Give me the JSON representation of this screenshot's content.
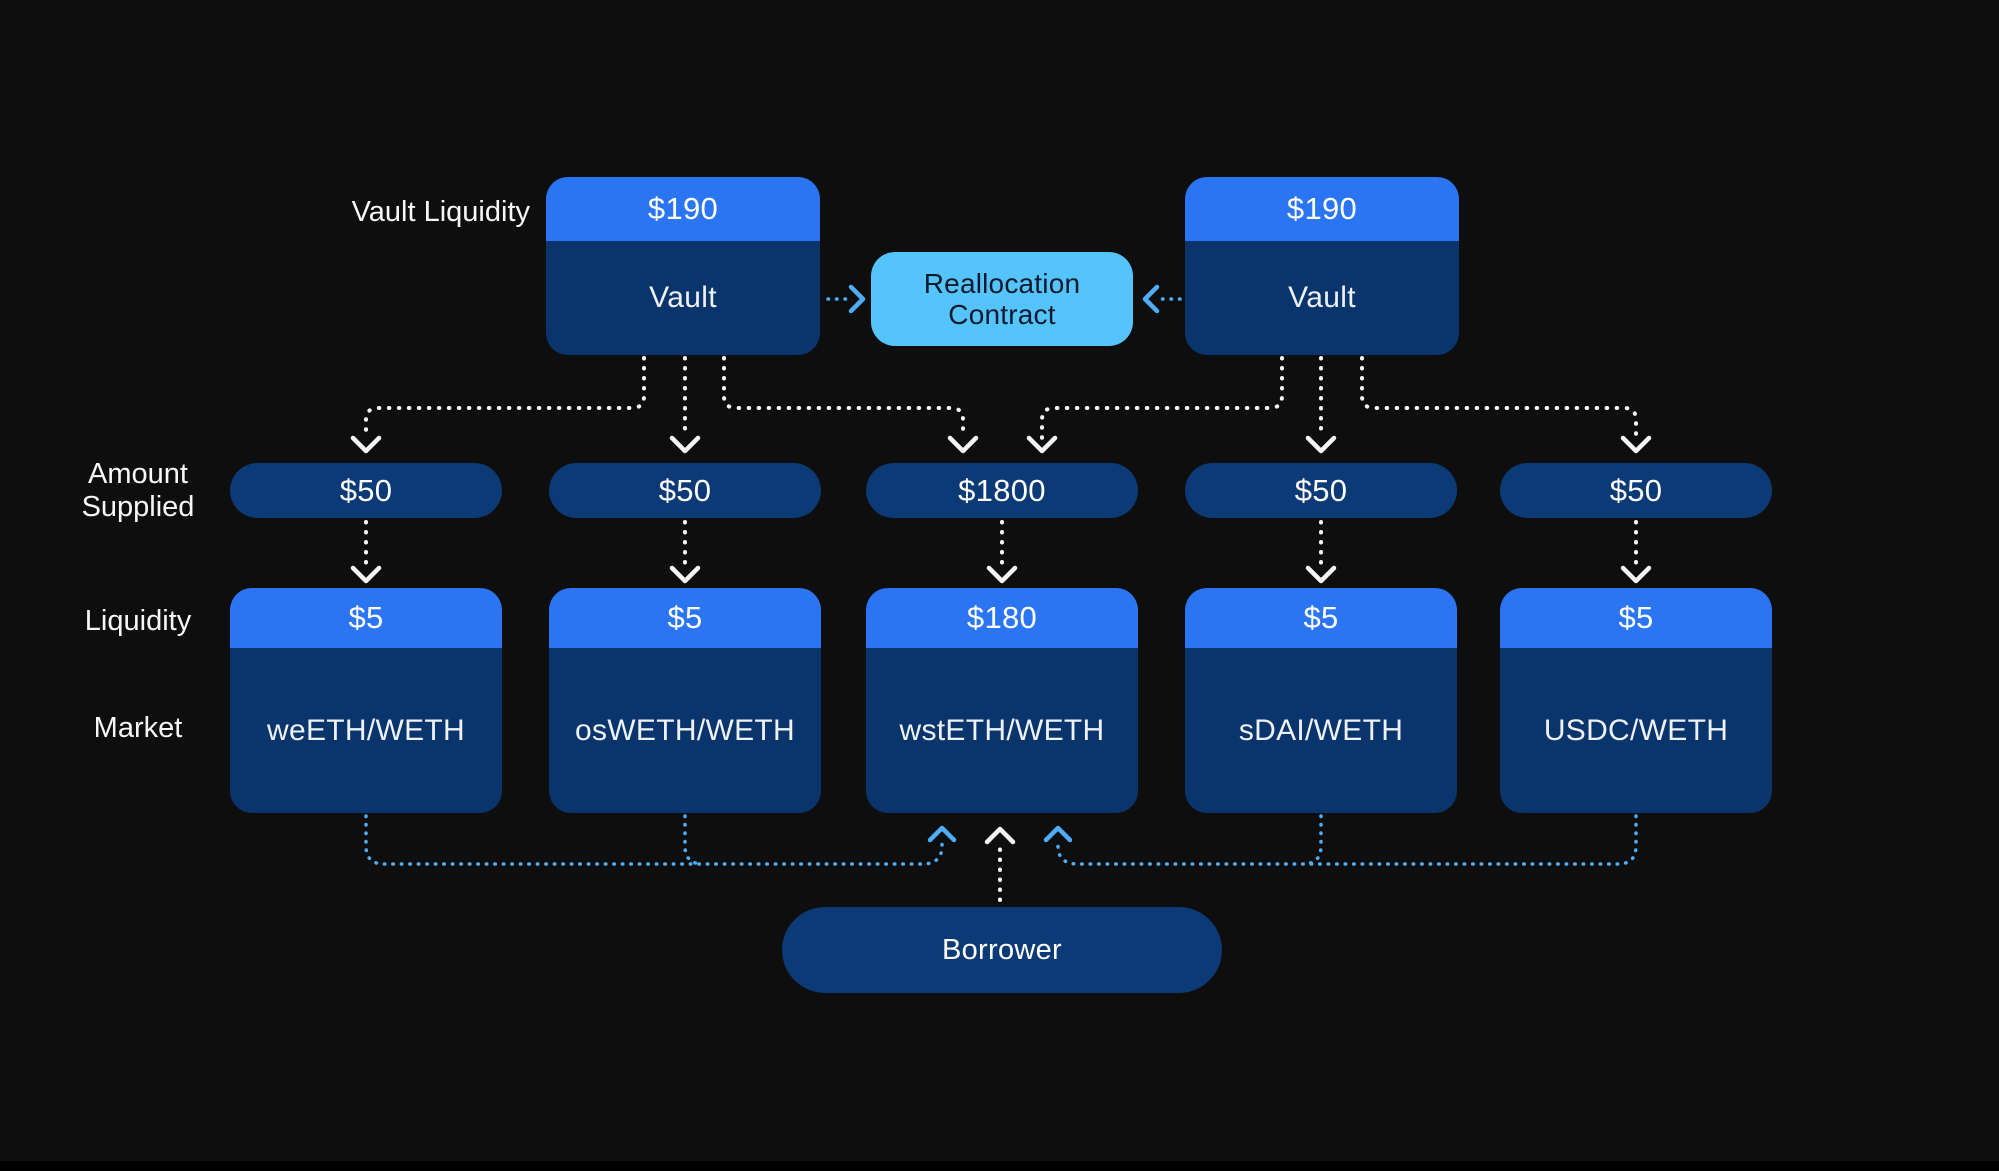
{
  "colors": {
    "background": "#0d0e0d",
    "header_blue": "#2b75f3",
    "box_navy": "#0a346c",
    "pill_navy": "#0b3a76",
    "reallocation_blue": "#55c3fc",
    "arrow_white": "#f2f4f6",
    "arrow_blue": "#4facf7"
  },
  "row_labels": {
    "vault_liquidity": "Vault Liquidity",
    "amount_supplied_line1": "Amount",
    "amount_supplied_line2": "Supplied",
    "liquidity": "Liquidity",
    "market": "Market"
  },
  "vaults": [
    {
      "liquidity": "$190",
      "label": "Vault"
    },
    {
      "liquidity": "$190",
      "label": "Vault"
    }
  ],
  "reallocation_contract": {
    "line1": "Reallocation",
    "line2": "Contract"
  },
  "amounts_supplied": [
    "$50",
    "$50",
    "$1800",
    "$50",
    "$50"
  ],
  "markets": [
    {
      "liquidity": "$5",
      "name": "weETH/WETH"
    },
    {
      "liquidity": "$5",
      "name": "osWETH/WETH"
    },
    {
      "liquidity": "$180",
      "name": "wstETH/WETH"
    },
    {
      "liquidity": "$5",
      "name": "sDAI/WETH"
    },
    {
      "liquidity": "$5",
      "name": "USDC/WETH"
    }
  ],
  "borrower": {
    "label": "Borrower"
  }
}
